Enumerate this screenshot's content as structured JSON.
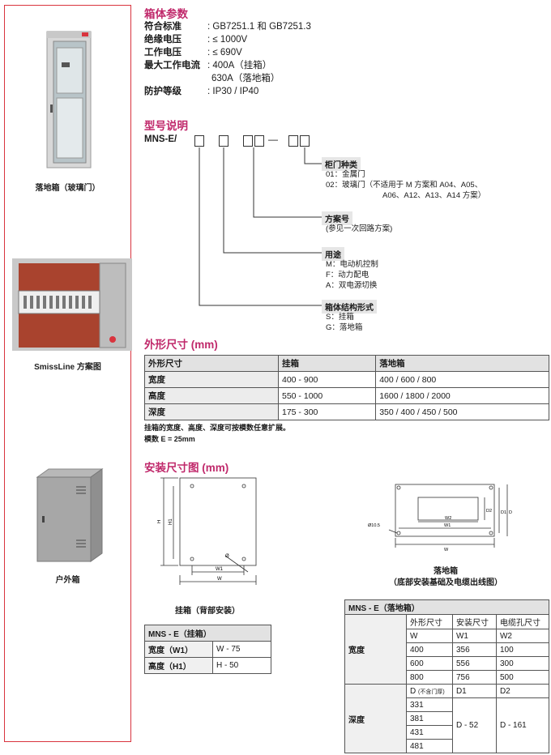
{
  "left_panel": {
    "captions": [
      "落地箱（玻璃门）",
      "SmissLine 方案图",
      "户外箱"
    ]
  },
  "params": {
    "heading": "箱体参数",
    "rows": [
      {
        "label": "符合标准",
        "value": ": GB7251.1 和 GB7251.3"
      },
      {
        "label": "绝缘电压",
        "value": ": ≤ 1000V"
      },
      {
        "label": "工作电压",
        "value": ": ≤ 690V"
      },
      {
        "label": "最大工作电流",
        "value": ": 400A（挂箱）"
      },
      {
        "label": "",
        "value": "  630A（落地箱）"
      },
      {
        "label": "防护等级",
        "value": ": IP30 / IP40"
      }
    ]
  },
  "model": {
    "heading": "型号说明",
    "code": "MNS-E/",
    "dash": "—",
    "groups": [
      {
        "tag": "柜门种类",
        "lines": [
          "01：金属门",
          "02：玻璃门（不适用于 M 方案和 A04、A05、",
          "A06、A12、A13、A14 方案）"
        ]
      },
      {
        "tag": "方案号",
        "lines": [
          "(参见一次回路方案)"
        ]
      },
      {
        "tag": "用途",
        "lines": [
          "M：电动机控制",
          "F：动力配电",
          "A：双电源切换"
        ]
      },
      {
        "tag": "箱体结构形式",
        "lines": [
          "S：挂箱",
          "G：落地箱"
        ]
      }
    ]
  },
  "dims": {
    "heading": "外形尺寸 (mm)",
    "header": [
      "外形尺寸",
      "挂箱",
      "落地箱"
    ],
    "rows": [
      [
        "宽度",
        "400 - 900",
        "400 / 600 / 800"
      ],
      [
        "高度",
        "550 - 1000",
        "1600 / 1800 / 2000"
      ],
      [
        "深度",
        "175 - 300",
        "350 / 400 / 450 / 500"
      ]
    ],
    "notes": [
      "挂箱的宽度、高度、深度可按模数任意扩展。",
      "模数 E = 25mm"
    ]
  },
  "install": {
    "heading": "安装尺寸图 (mm)",
    "wall_caption": "挂箱（背部安装）",
    "floor_caption_1": "落地箱",
    "floor_caption_2": "（底部安装基础及电缆出线图）",
    "wall_labels": {
      "h": "H",
      "h1": "H1",
      "w1": "W1",
      "w": "W",
      "hole": "Ø"
    },
    "floor_labels": {
      "hole": "Ø10.5",
      "w1": "W1",
      "w": "W",
      "w2": "W2",
      "d": "D",
      "d1": "D1",
      "d2": "D2"
    }
  },
  "wall_table": {
    "title": "MNS - E（挂箱）",
    "rows": [
      [
        "宽度（W1）",
        "W - 75"
      ],
      [
        "高度（H1）",
        "H - 50"
      ]
    ]
  },
  "floor_table": {
    "title": "MNS - E（落地箱）",
    "width_label": "宽度",
    "depth_label": "深度",
    "width_header": [
      "外形尺寸",
      "安装尺寸",
      "电缆孔尺寸"
    ],
    "width_sub": [
      "W",
      "W1",
      "W2"
    ],
    "width_rows": [
      [
        "400",
        "356",
        "100"
      ],
      [
        "600",
        "556",
        "300"
      ],
      [
        "800",
        "756",
        "500"
      ]
    ],
    "depth_sub": [
      "D",
      "(不含门厚)",
      "D1",
      "D2"
    ],
    "depth_values": [
      "331",
      "381",
      "431",
      "481"
    ],
    "depth_d1": "D - 52",
    "depth_d2": "D - 161"
  }
}
